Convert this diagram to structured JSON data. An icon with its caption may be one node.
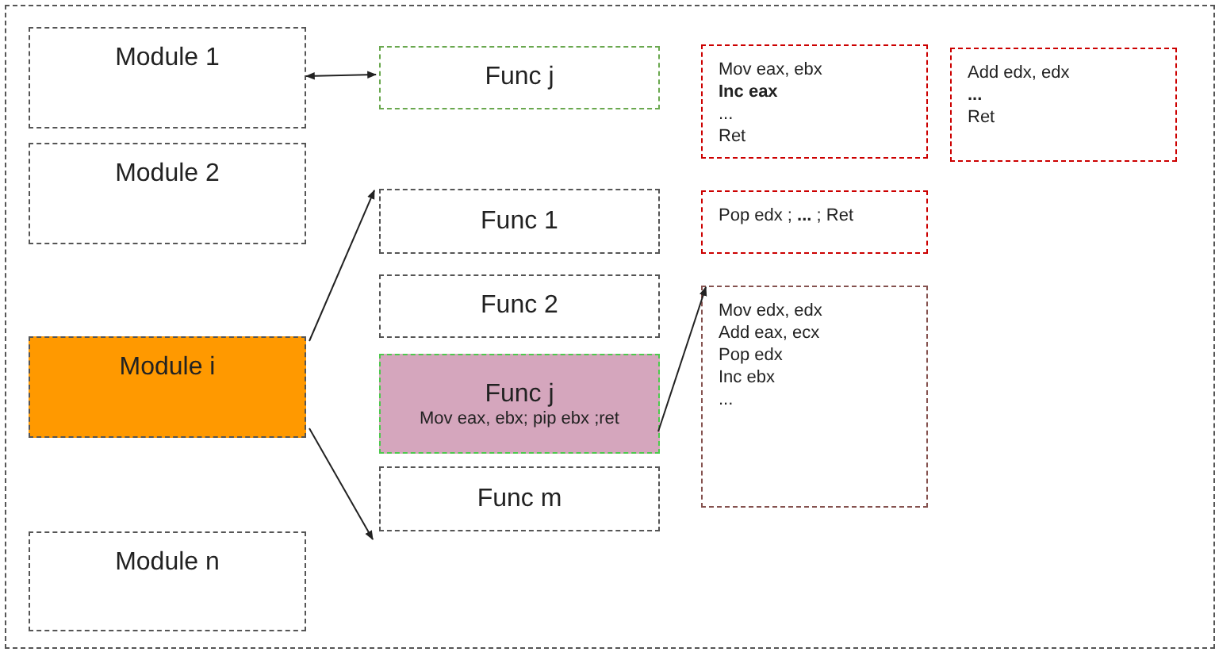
{
  "diagram": {
    "nodes": [
      {
        "text": [],
        "shape": "box"
      },
      {
        "text": [
          "Module 1"
        ],
        "in": 0
      },
      {
        "text": [
          "Module 2"
        ],
        "in": 0
      },
      {
        "text": [
          "Module i"
        ],
        "in": 0
      },
      {
        "text": [
          "Module n"
        ],
        "in": 0
      },
      {
        "text": [
          "Func j"
        ],
        "in": 0
      },
      {
        "text": [
          "Func 1"
        ],
        "in": 0
      },
      {
        "text": [
          "Func 2"
        ],
        "in": 0
      },
      {
        "text": [
          "Func j",
          "Mov eax, ebx; pip ebx ;ret"
        ],
        "in": 0
      },
      {
        "text": [
          "Func m"
        ],
        "in": 0
      },
      {
        "text": [
          "Mov eax, ebx",
          "**Inc eax**",
          "...",
          "Ret"
        ],
        "in": 0
      },
      {
        "text": [
          "Add edx, edx",
          "**...**",
          "Ret"
        ],
        "in": 0
      },
      {
        "text": [
          "Pop edx ; **...** ; Ret"
        ],
        "in": 0
      },
      {
        "text": [
          "Mov edx, edx",
          "Add eax, ecx",
          "Pop edx",
          "Inc ebx",
          "..."
        ],
        "in": 0
      }
    ],
    "edges": [
      {
        "from": 1,
        "to": 5,
        "arrow": "both"
      },
      {
        "from": 3,
        "to": 6,
        "arrow": "to"
      },
      {
        "from": 3,
        "to": 9,
        "arrow": "to"
      },
      {
        "from": 8,
        "to": 13,
        "arrow": "to"
      }
    ]
  }
}
